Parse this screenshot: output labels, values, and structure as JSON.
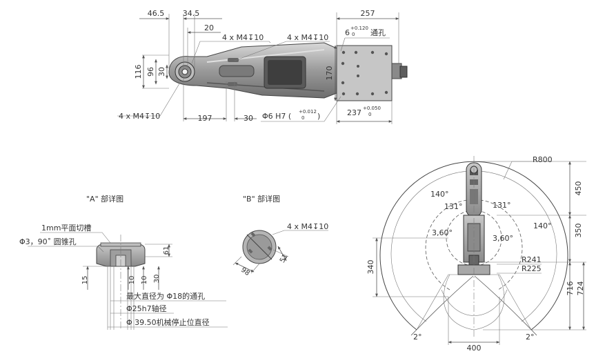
{
  "top_view": {
    "dim_46_5": "46.5",
    "dim_34_5": "34.5",
    "dim_20": "20",
    "dim_257": "257",
    "label_m4_a": "4 x M4↧10",
    "label_m4_b": "4 x M4↧10",
    "hole_main": "6",
    "hole_tol_up": "+0.120",
    "hole_tol_low": "0",
    "hole_suffix": "通孔",
    "dim_116": "116",
    "dim_96": "96",
    "dim_30v": "30",
    "dim_170": "170",
    "label_m4_c": "4 x M4↧10",
    "dim_197": "197",
    "dim_30h": "30",
    "phi6_main": "Φ6 H7 (",
    "phi6_tol_up": "+0.012",
    "phi6_tol_low": "0",
    "phi6_close": ")",
    "dim_237_main": "237",
    "dim_237_up": "+0.050",
    "dim_237_low": "0"
  },
  "detail_a": {
    "title": "\"A\" 部详图",
    "note_slot": "1mm平面切槽",
    "note_cone": "Φ3，90˚ 圆锥孔",
    "dim_61": "61",
    "dim_15": "15",
    "dim_10a": "10",
    "dim_10b": "10",
    "dim_30": "30",
    "note_hole": "最大直径为 Φ18的通孔",
    "note_shaft": "Φ25h7轴径",
    "note_stop": "Φ 39.50机械停止位直径"
  },
  "detail_b": {
    "title": "\"B\" 部详图",
    "label_m4": "4 x M4↧10",
    "dim_98": "98",
    "dim_51": "51"
  },
  "workspace": {
    "r800": "R800",
    "dim_450": "450",
    "ang_140_left": "140°",
    "ang_131_left": "131°",
    "ang_131_right": "131°",
    "ang_140_right": "140°",
    "dim_350": "350",
    "ang_360_left": "3,60°",
    "ang_360_right": "3,60°",
    "dim_340": "340",
    "r241": "R241",
    "r225": "R225",
    "dim_716": "716",
    "dim_724": "724",
    "ang_2_left": "2°",
    "ang_2_right": "2°",
    "dim_400": "400"
  }
}
